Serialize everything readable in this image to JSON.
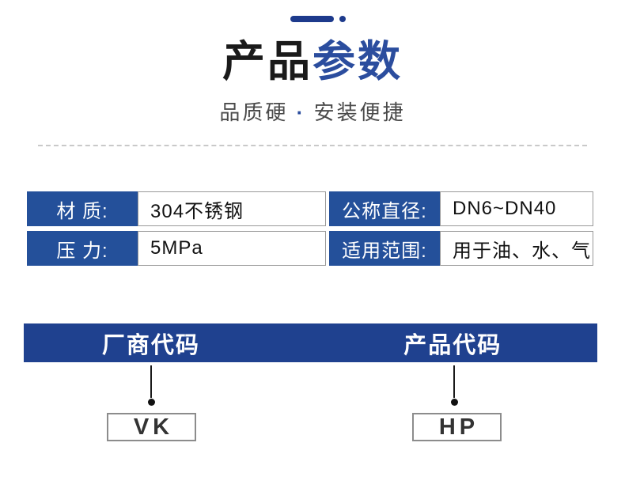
{
  "colors": {
    "navy_dark": "#1d3a8c",
    "title_black": "#1a1a1a",
    "title_blue": "#2b4d9e",
    "table_blue": "#24509a",
    "bar_navy": "#1f418f"
  },
  "header": {
    "title_black_part": "产品",
    "title_blue_part": "参数",
    "subtitle_pre": "品质硬",
    "subtitle_dot": "·",
    "subtitle_post": "安装便捷"
  },
  "spec_table": {
    "columns": [
      {
        "rows": [
          {
            "label": "材 质:",
            "value": "304不锈钢"
          },
          {
            "label": "压 力:",
            "value": "5MPa"
          }
        ]
      },
      {
        "rows": [
          {
            "label": "公称直径:",
            "value": "DN6~DN40"
          },
          {
            "label": "适用范围:",
            "value": "用于油、水、气"
          }
        ]
      }
    ]
  },
  "code_section": {
    "columns": [
      {
        "heading": "厂商代码",
        "code": "VK"
      },
      {
        "heading": "产品代码",
        "code": "HP"
      }
    ]
  }
}
